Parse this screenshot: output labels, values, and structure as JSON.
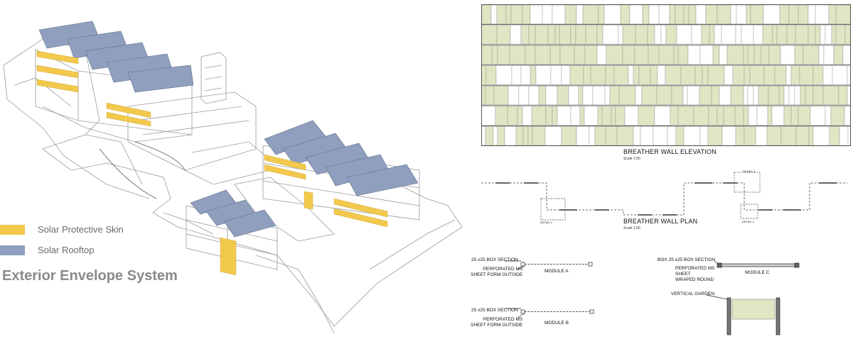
{
  "legend": {
    "items": [
      {
        "label": "Solar Protective Skin",
        "color": "#f2c94c"
      },
      {
        "label": "Solar Rooftop",
        "color": "#8f9fbd"
      }
    ]
  },
  "axonometric": {
    "title": "Exterior Envelope System"
  },
  "elevation": {
    "title": "BREATHER WALL ELEVATION",
    "scale": "Scale 1:50",
    "panel_color": "#dfe6c4"
  },
  "plan": {
    "title": "BREATHER WALL PLAN",
    "scale": "Scale 1:50",
    "details": [
      "DETAIL 3",
      "DETAIL 2",
      "DETAIL 1"
    ]
  },
  "modules": {
    "a": {
      "box_section": "25 x25 BOX SECTION",
      "sheet": "PERFORATED MS\nSHEET FORM OUTSIDE",
      "label": "MODULE A"
    },
    "b": {
      "box_section": "25 x25 BOX SECTION",
      "sheet": "PERFORATED MS\nSHEET FORM OUTSIDE",
      "label": "MODULE B"
    },
    "c": {
      "box_section": "BOX 25 x25 BOX SECTION",
      "sheet": "PERFORATED MS\nSHEET\nWRAPED ROUND",
      "label": "MODULE C"
    },
    "garden": {
      "label": "VERTICAL GARDEN"
    }
  }
}
